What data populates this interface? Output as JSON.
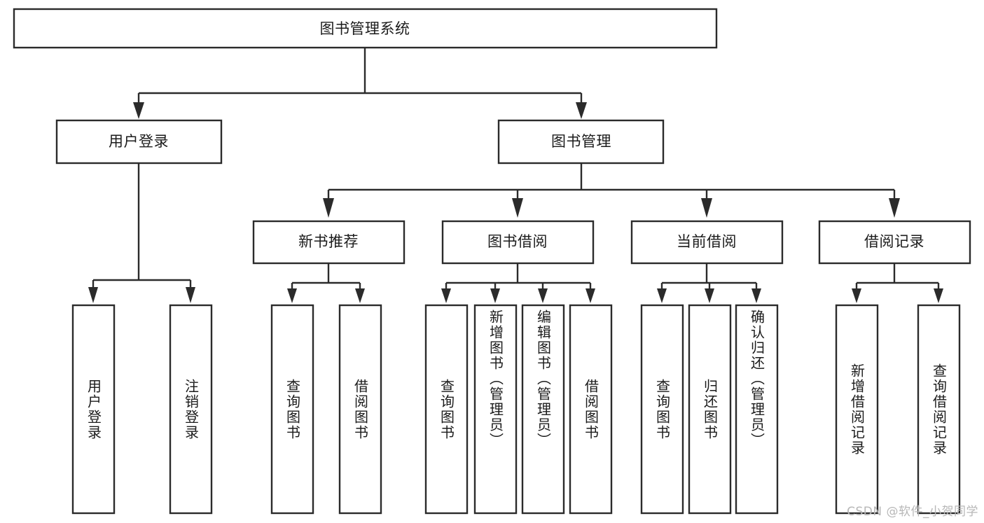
{
  "diagram": {
    "title": "图书管理系统",
    "type": "tree-hierarchy-chart",
    "root": {
      "label": "图书管理系统"
    },
    "level2": [
      {
        "label": "用户登录"
      },
      {
        "label": "图书管理"
      }
    ],
    "level3": [
      {
        "label": "新书推荐"
      },
      {
        "label": "图书借阅"
      },
      {
        "label": "当前借阅"
      },
      {
        "label": "借阅记录"
      }
    ],
    "leaves": {
      "user_login": [
        {
          "label": "用户登录"
        },
        {
          "label": "注销登录"
        }
      ],
      "new_book": [
        {
          "label": "查询图书"
        },
        {
          "label": "借阅图书"
        }
      ],
      "book_borrow": [
        {
          "label": "查询图书"
        },
        {
          "label": "新增图书（管理员）"
        },
        {
          "label": "编辑图书（管理员）"
        },
        {
          "label": "借阅图书"
        }
      ],
      "current_borrow": [
        {
          "label": "查询图书"
        },
        {
          "label": "归还图书"
        },
        {
          "label": "确认归还（管理员）"
        }
      ],
      "borrow_record": [
        {
          "label": "新增借阅记录"
        },
        {
          "label": "查询借阅记录"
        }
      ]
    }
  },
  "watermark": {
    "text": "CSDN @软件_小贺同学"
  },
  "colors": {
    "stroke": "#2b2b2b",
    "fill": "#ffffff",
    "text": "#1b1b1b",
    "watermark": "#b7b7b7"
  }
}
